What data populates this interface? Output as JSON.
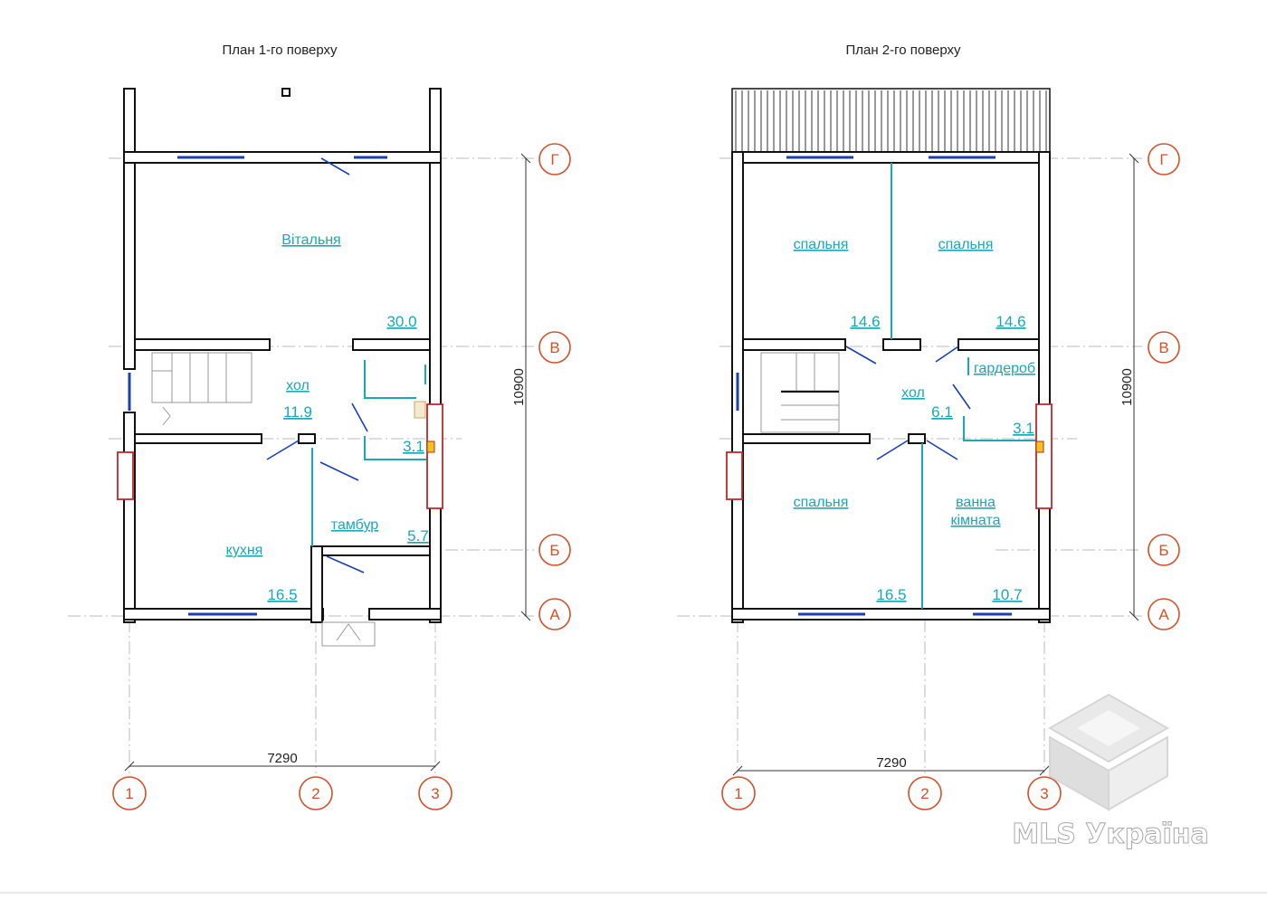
{
  "plans": [
    {
      "title": "План 1-го поверху",
      "rooms": [
        {
          "name": "Вітальня",
          "area": "30.0"
        },
        {
          "name": "хол",
          "area": "11.9"
        },
        {
          "name": "кухня",
          "area": "16.5"
        },
        {
          "name": "тамбур",
          "area": "5.7"
        },
        {
          "name": "",
          "area": "3.1"
        }
      ],
      "dimensions": {
        "width": "7290",
        "height": "10900"
      },
      "row_axes": [
        "Г",
        "В",
        "Б",
        "А"
      ],
      "column_axes": [
        "1",
        "2",
        "3"
      ]
    },
    {
      "title": "План 2-го поверху",
      "rooms": [
        {
          "name": "спальня",
          "area": "14.6"
        },
        {
          "name": "спальня",
          "area": "14.6"
        },
        {
          "name": "хол",
          "area": "6.1"
        },
        {
          "name": "гардероб",
          "area": ""
        },
        {
          "name": "",
          "area": "3.1"
        },
        {
          "name": "спальня",
          "area": "16.5"
        },
        {
          "name": "ванна кімната",
          "area": "10.7"
        }
      ],
      "dimensions": {
        "width": "7290",
        "height": "10900"
      },
      "row_axes": [
        "Г",
        "В",
        "Б",
        "А"
      ],
      "column_axes": [
        "1",
        "2",
        "3"
      ]
    }
  ],
  "watermark": {
    "text": "MLS Україна",
    "icon": "mls-cube-logo-icon"
  },
  "colors": {
    "axis": "#d2502a",
    "room_label": "#1aa7b8",
    "window": "#1a3fb5",
    "chimney": "#c0282c"
  }
}
